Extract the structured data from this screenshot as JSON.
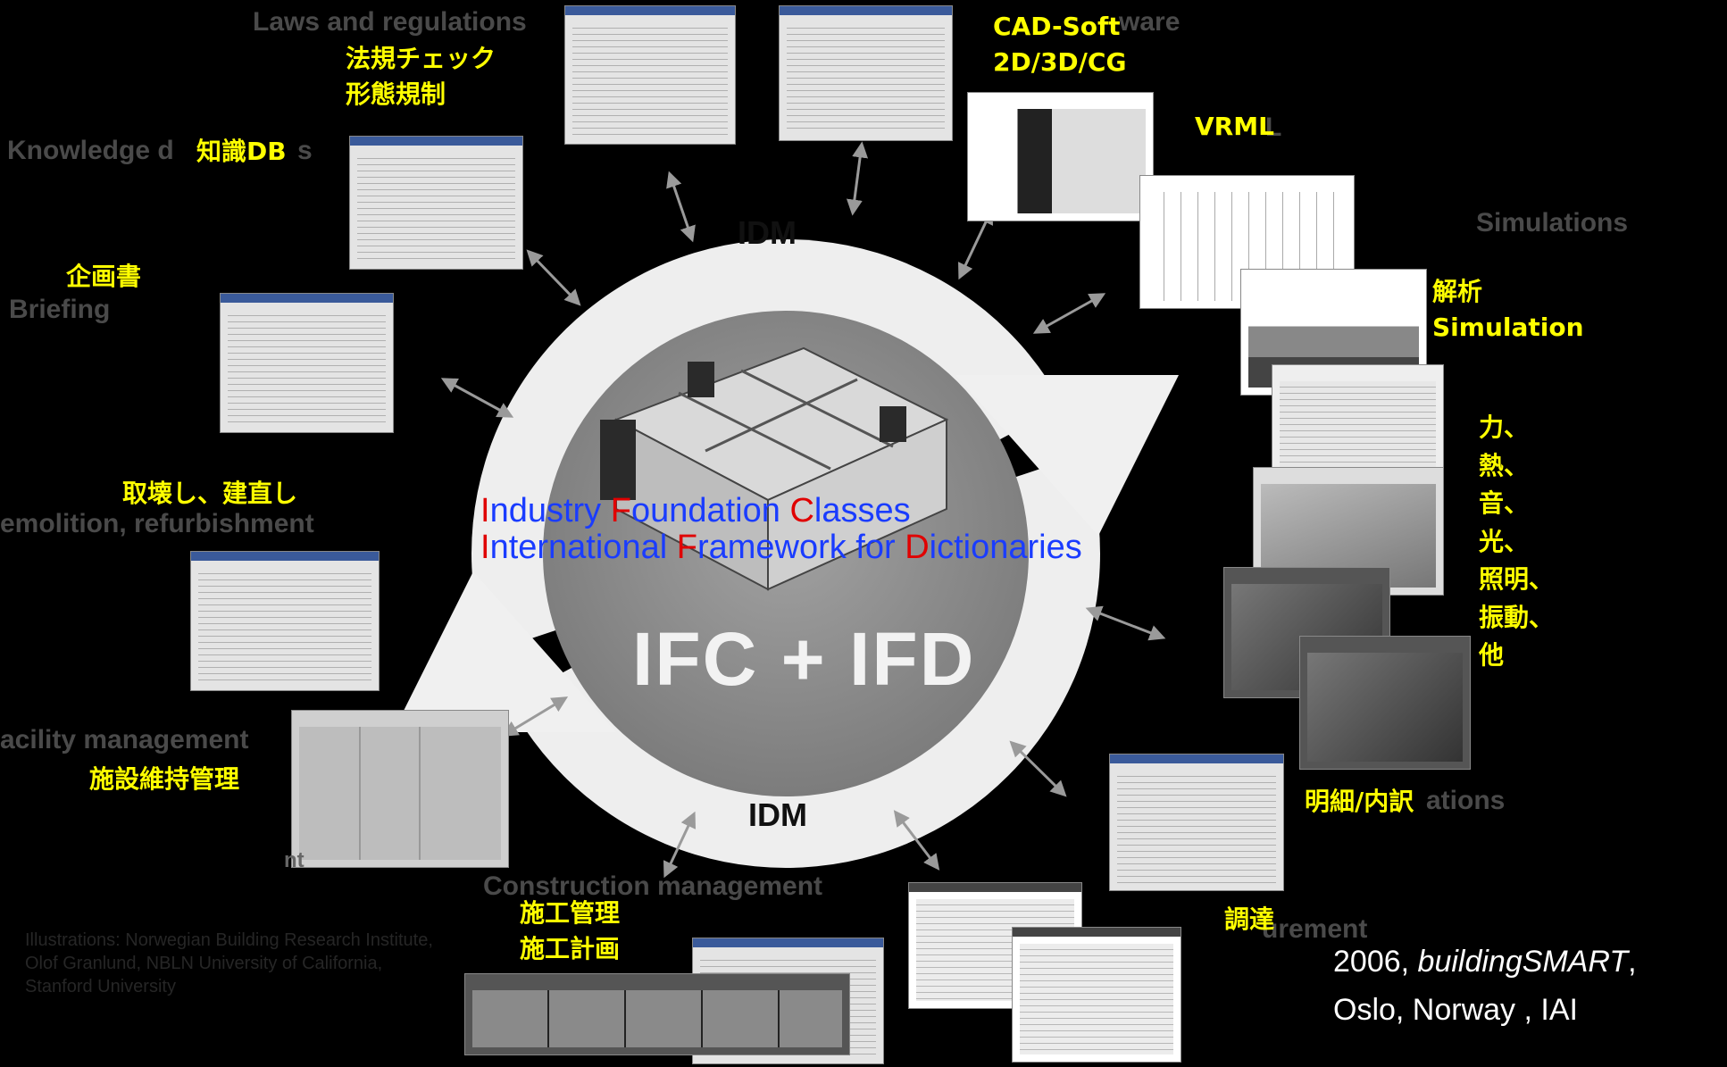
{
  "diagram": {
    "center": {
      "title": "IFC + IFD",
      "idm_top": "IDM",
      "idm_bottom": "IDM",
      "ifc_line": {
        "i": "I",
        "a": "ndustry ",
        "f": "F",
        "b": "oundation ",
        "c": "C",
        "d": "lasses"
      },
      "ifd_line": {
        "i": "I",
        "a": "nternational ",
        "f": "F",
        "b": "ramework for ",
        "d_init": "D",
        "d": "ictionaries"
      }
    },
    "labels_en": {
      "laws": "Laws and regulations",
      "knowledge": "Knowledge d",
      "knowledge_tail": "s",
      "briefing": "Briefing",
      "demolition": "emolition, refurbishment",
      "facility": "acility management",
      "facility_tail": "nt",
      "construction": "Construction management",
      "cad_tail": "ware",
      "vrml_tail": "L",
      "simulations": "Simulations",
      "specs_tail": "ations",
      "procurement_tail": "urement"
    },
    "labels_jp": {
      "laws_1": "法規チェック",
      "laws_2": "形態規制",
      "knowledge": "知識DB",
      "briefing": "企画書",
      "demolition": "取壊し、建直し",
      "facility": "施設維持管理",
      "construction_1": "施工管理",
      "construction_2": "施工計画",
      "cad_1": "CAD-Soft",
      "cad_2": "2D/3D/CG",
      "vrml": "VRML",
      "simulation_1": "解析",
      "simulation_2": "Simulation",
      "physics": [
        "力、",
        "熱、",
        "音、",
        "光、",
        "照明、",
        "振動、",
        "他"
      ],
      "specs": "明細/内訳",
      "procurement": "調達"
    },
    "credit": "Illustrations: Norwegian Building Research Institute, Olof Granlund, NBLN University of California, Stanford University",
    "citation": {
      "line1_a": "2006, ",
      "line1_b": "buildingSMART",
      "line1_c": ",",
      "line2": "Oslo, Norway , IAI"
    },
    "colors": {
      "background": "#000000",
      "japanese_label": "#ffff00",
      "ifc_text": "#1a3cff",
      "ifc_initials": "#e00000",
      "cycle_arrow": "#f0f0f0",
      "center_disc": "#8c8c8c"
    }
  }
}
